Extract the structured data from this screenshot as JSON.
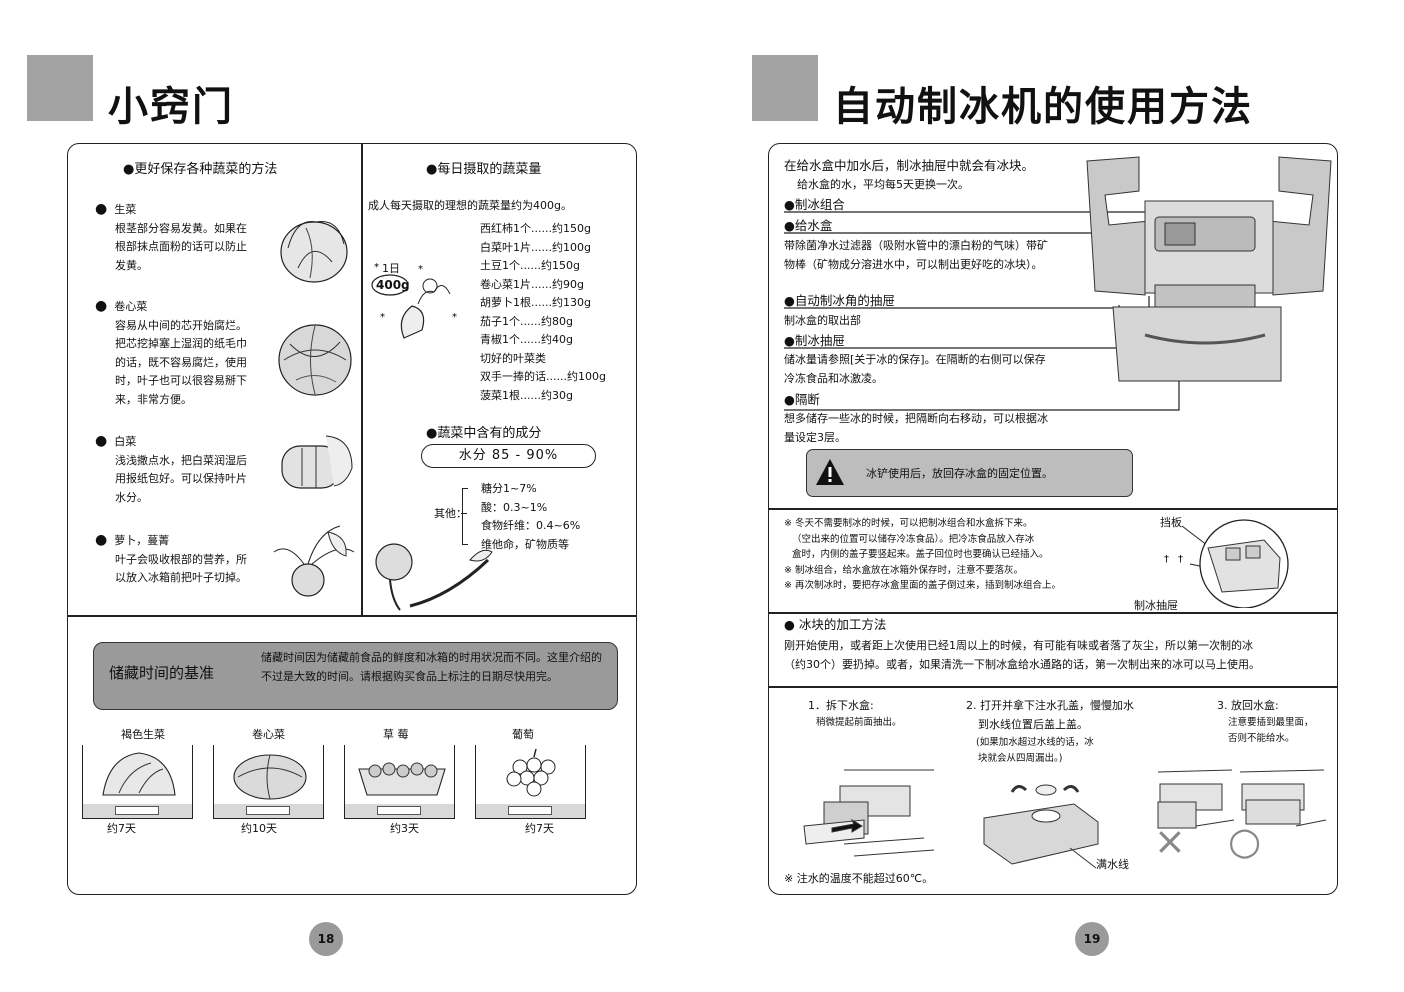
{
  "left": {
    "title": "小窍门",
    "page_number": "18",
    "veg_method": {
      "header": "●更好保存各种蔬菜的方法",
      "items": [
        {
          "name": "生菜",
          "desc": [
            "根茎部分容易发黄。如果在",
            "根部抹点面粉的话可以防止",
            "发黄。"
          ]
        },
        {
          "name": "卷心菜",
          "desc": [
            "容易从中间的芯开始腐烂。",
            "把芯挖掉塞上湿润的纸毛巾",
            "的话，既不容易腐烂，使用",
            "时，叶子也可以很容易掰下",
            "来，非常方便。"
          ]
        },
        {
          "name": "白菜",
          "desc": [
            "浅浅撒点水，把白菜润湿后",
            "用报纸包好。可以保持叶片",
            "水分。"
          ]
        },
        {
          "name": "萝卜，蔓菁",
          "desc": [
            "叶子会吸收根部的营养，所",
            "以放入冰箱前把叶子切掉。"
          ]
        }
      ]
    },
    "daily": {
      "header": "●每日摄取的蔬菜量",
      "intro": "成人每天摄取的理想的蔬菜量约为400g。",
      "doodle_text_1": "1日",
      "doodle_text_2": "400g",
      "list": [
        "西红柿1个......约150g",
        "白菜叶1片......约100g",
        "土豆1个......约150g",
        "卷心菜1片......约90g",
        "胡萝卜1根......约130g",
        "茄子1个......约80g",
        "青椒1个......约40g",
        "切好的叶菜类",
        "双手一捧的话......约100g",
        "菠菜1根......约30g"
      ]
    },
    "components": {
      "header": "●蔬菜中含有的成分",
      "water": "水分 85 - 90%",
      "other_label": "其他",
      "others": [
        "糖分1~7%",
        "酸：0.3~1%",
        "食物纤维：0.4~6%",
        "维他命，矿物质等"
      ]
    },
    "storage": {
      "label": "储藏时间的基准",
      "desc": "储藏时间因为储藏前食品的鲜度和冰箱的时用状况而不同。这里介绍的不过是大致的时间。请根据购买食品上标注的日期尽快用完。",
      "items": [
        {
          "name": "褐色生菜",
          "time": "约7天"
        },
        {
          "name": "卷心菜",
          "time": "约10天"
        },
        {
          "name": "草 莓",
          "time": "约3天"
        },
        {
          "name": "葡萄",
          "time": "约7天"
        }
      ]
    }
  },
  "right": {
    "title": "自动制冰机的使用方法",
    "page_number": "19",
    "intro_1": "在给水盒中加水后，制冰抽屉中就会有冰块。",
    "intro_2": "给水盒的水，平均每5天更换一次。",
    "parts": [
      {
        "name": "●制冰组合",
        "desc": []
      },
      {
        "name": "●给水盒",
        "desc": [
          "带除菌净水过滤器（吸附水管中的漂白粉的气味）带矿",
          "物棒（矿物成分溶进水中，可以制出更好吃的冰块）。"
        ]
      },
      {
        "name": "●自动制冰角的抽屉",
        "desc": [
          "制冰盒的取出部"
        ]
      },
      {
        "name": "●制冰抽屉",
        "desc": [
          "储冰量请参照[关于冰的保存]。在隔断的右侧可以保存",
          "冷冻食品和冰激凌。"
        ]
      },
      {
        "name": "●隔断",
        "desc": [
          "想多储存一些冰的时候，把隔断向右移动，可以根据冰",
          "量设定3层。"
        ]
      }
    ],
    "warning": "冰铲使用后，放回存冰盒的固定位置。",
    "notes": [
      "※   冬天不需要制冰的时候，可以把制冰组合和水盒拆下来。",
      "（空出来的位置可以储存冷冻食品）。把冷冻食品放入存冰",
      "盒时，内侧的盖子要竖起来。盖子回位时也要确认已经插入。",
      "※   制冰组合，给水盒放在冰箱外保存时，注意不要落灰。",
      "※   再次制冰时，要把存冰盒里面的盖子倒过来，插到制冰组合上。"
    ],
    "baffle_label": "挡板",
    "drawer_label": "制冰抽屉",
    "processing": {
      "header": "● 冰块的加工方法",
      "lines": [
        "刚开始使用，或者距上次使用已经1周以上的时候，有可能有味或者落了灰尘，所以第一次制的冰",
        "（约30个）要扔掉。或者，如果清洗一下制冰盒给水通路的话，第一次制出来的冰可以马上使用。"
      ]
    },
    "steps": [
      {
        "title": "1．拆下水盒:",
        "desc": [
          "稍微提起前面抽出。"
        ]
      },
      {
        "title": "2.  打开并拿下注水孔盖，慢慢加水",
        "desc": [
          "到水线位置后盖上盖。",
          "(如果加水超过水线的话，冰",
          "块就会从四周漏出。)"
        ]
      },
      {
        "title": "3.  放回水盒:",
        "desc": [
          "注意要插到最里面，",
          "否则不能给水。"
        ]
      }
    ],
    "water_line_label": "满水线",
    "mark_wrong": "×",
    "mark_right": "○",
    "footnote": "※   注水的温度不能超过60℃。"
  }
}
